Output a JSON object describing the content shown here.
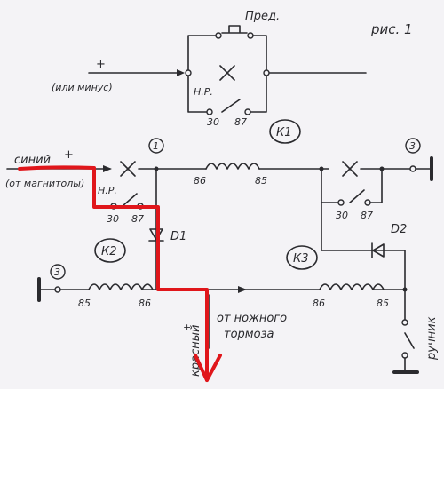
{
  "figure": {
    "title": "рис. 1",
    "colors": {
      "ink": "#2a2a2e",
      "highlight": "#e0161b",
      "paper": "#f4f3f6"
    }
  },
  "top_circuit": {
    "fuse_label": "Пред.",
    "plus_sign": "+",
    "minus_note": "(или минус)",
    "relay_label": "К1",
    "contact_label": "Н.Р.",
    "pin_a": "30",
    "pin_b": "87"
  },
  "main_circuit": {
    "input_label": "синий",
    "input_plus": "+",
    "input_source": "(от магнитолы)",
    "node_1": "1",
    "node_3_right": "3",
    "node_3_left": "3",
    "k2": {
      "label": "К2",
      "contact": "Н.Р.",
      "pin_30": "30",
      "pin_87": "87",
      "coil_86": "86",
      "coil_85": "85",
      "top_86": "86",
      "top_85": "85"
    },
    "k3": {
      "label": "К3",
      "pin_30": "30",
      "pin_87": "87",
      "coil_86": "86",
      "coil_85": "85"
    },
    "diode_1": "D1",
    "diode_2": "D2",
    "brake_plus": "+",
    "brake_note_1": "от ножного",
    "brake_note_2": "тормоза",
    "output_label": "красный",
    "handbrake_label": "ручник"
  }
}
